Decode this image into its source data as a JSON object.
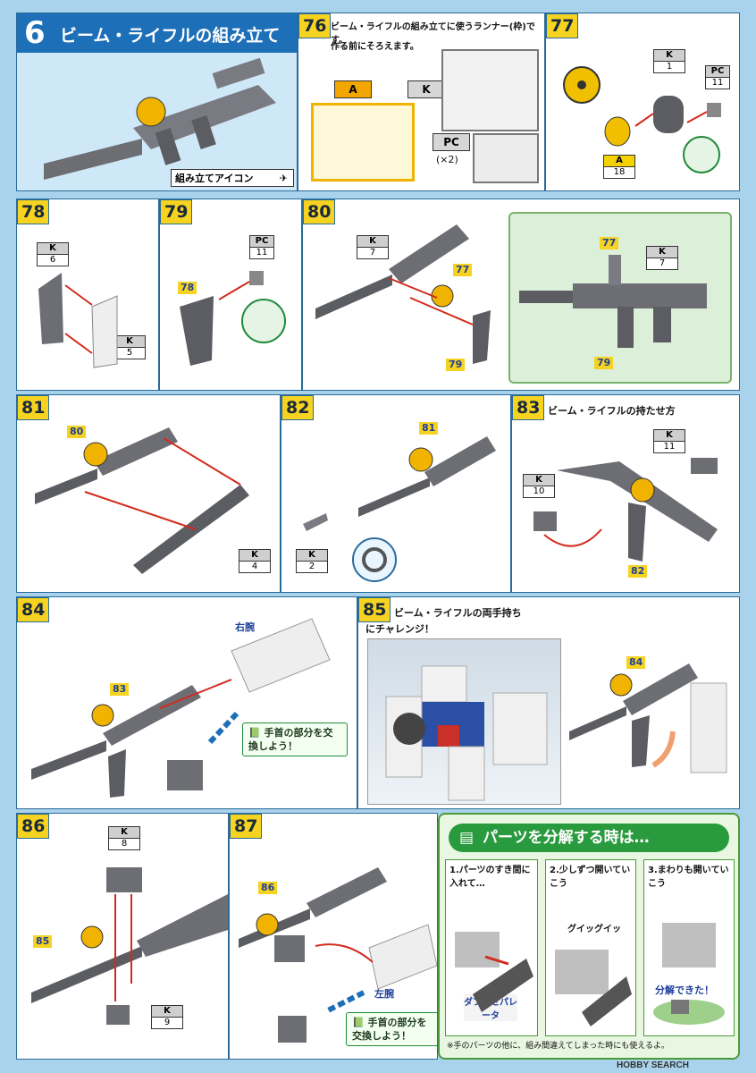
{
  "header": {
    "number": "6",
    "title": "ビーム・ライフルの組み立て",
    "icon_label": "組み立てアイコン"
  },
  "steps": {
    "s76": {
      "number": "76",
      "text1": "ビーム・ライフルの組み立てに使うランナー(枠)です。",
      "text2": "作る前にそろえます。",
      "runner_a": "A",
      "runner_k": "K",
      "runner_pc": "PC",
      "runner_pc_qty": "(×2)"
    },
    "s77": {
      "number": "77",
      "tag1_top": "K",
      "tag1_val": "1",
      "tag2_top": "PC",
      "tag2_val": "11",
      "tag3_top": "A",
      "tag3_val": "18"
    },
    "s78": {
      "number": "78",
      "tag1_top": "K",
      "tag1_val": "6",
      "tag2_top": "K",
      "tag2_val": "5"
    },
    "s79": {
      "number": "79",
      "ref": "78",
      "tag1_top": "PC",
      "tag1_val": "11"
    },
    "s80": {
      "number": "80",
      "ref1": "77",
      "ref2": "79",
      "tag1_top": "K",
      "tag1_val": "7",
      "done_ref1": "77",
      "done_ref2": "79",
      "done_tag_top": "K",
      "done_tag_val": "7"
    },
    "s81": {
      "number": "81",
      "ref": "80",
      "tag1_top": "K",
      "tag1_val": "4"
    },
    "s82": {
      "number": "82",
      "ref": "81",
      "tag1_top": "K",
      "tag1_val": "2"
    },
    "s83": {
      "number": "83",
      "title": "ビーム・ライフルの持たせ方",
      "ref": "82",
      "tag1_top": "K",
      "tag1_val": "11",
      "tag2_top": "K",
      "tag2_val": "10"
    },
    "s84": {
      "number": "84",
      "ref": "83",
      "arm_label": "右腕",
      "note": "手首の部分を交換しよう！"
    },
    "s85": {
      "number": "85",
      "title1": "ビーム・ライフルの両手持ち",
      "title2": "にチャレンジ！",
      "ref": "84"
    },
    "s86": {
      "number": "86",
      "ref": "85",
      "tag1_top": "K",
      "tag1_val": "8",
      "tag2_top": "K",
      "tag2_val": "9"
    },
    "s87": {
      "number": "87",
      "ref": "86",
      "arm_label": "左腕",
      "note": "手首の部分を交換しよう！"
    }
  },
  "disassembly": {
    "title": "パーツを分解する時は…",
    "step1": "1.パーツのすき間に入れて…",
    "step2": "2.少しずつ開いていこう",
    "step3": "3.まわりも開いていこう",
    "sfx": "グイッグイッ",
    "tool": "ダブルセパレータ",
    "done": "分解できた！",
    "footnote": "※手のパーツの他に、組み間違えてしまった時にも使えるよ。"
  },
  "watermark": "HOBBY SEARCH",
  "colors": {
    "frame": "#2a6b9a",
    "step_badge": "#f6d320",
    "arrow": "#d42a1e",
    "part": "#6d6e74",
    "bg": "#a9d3ec"
  }
}
